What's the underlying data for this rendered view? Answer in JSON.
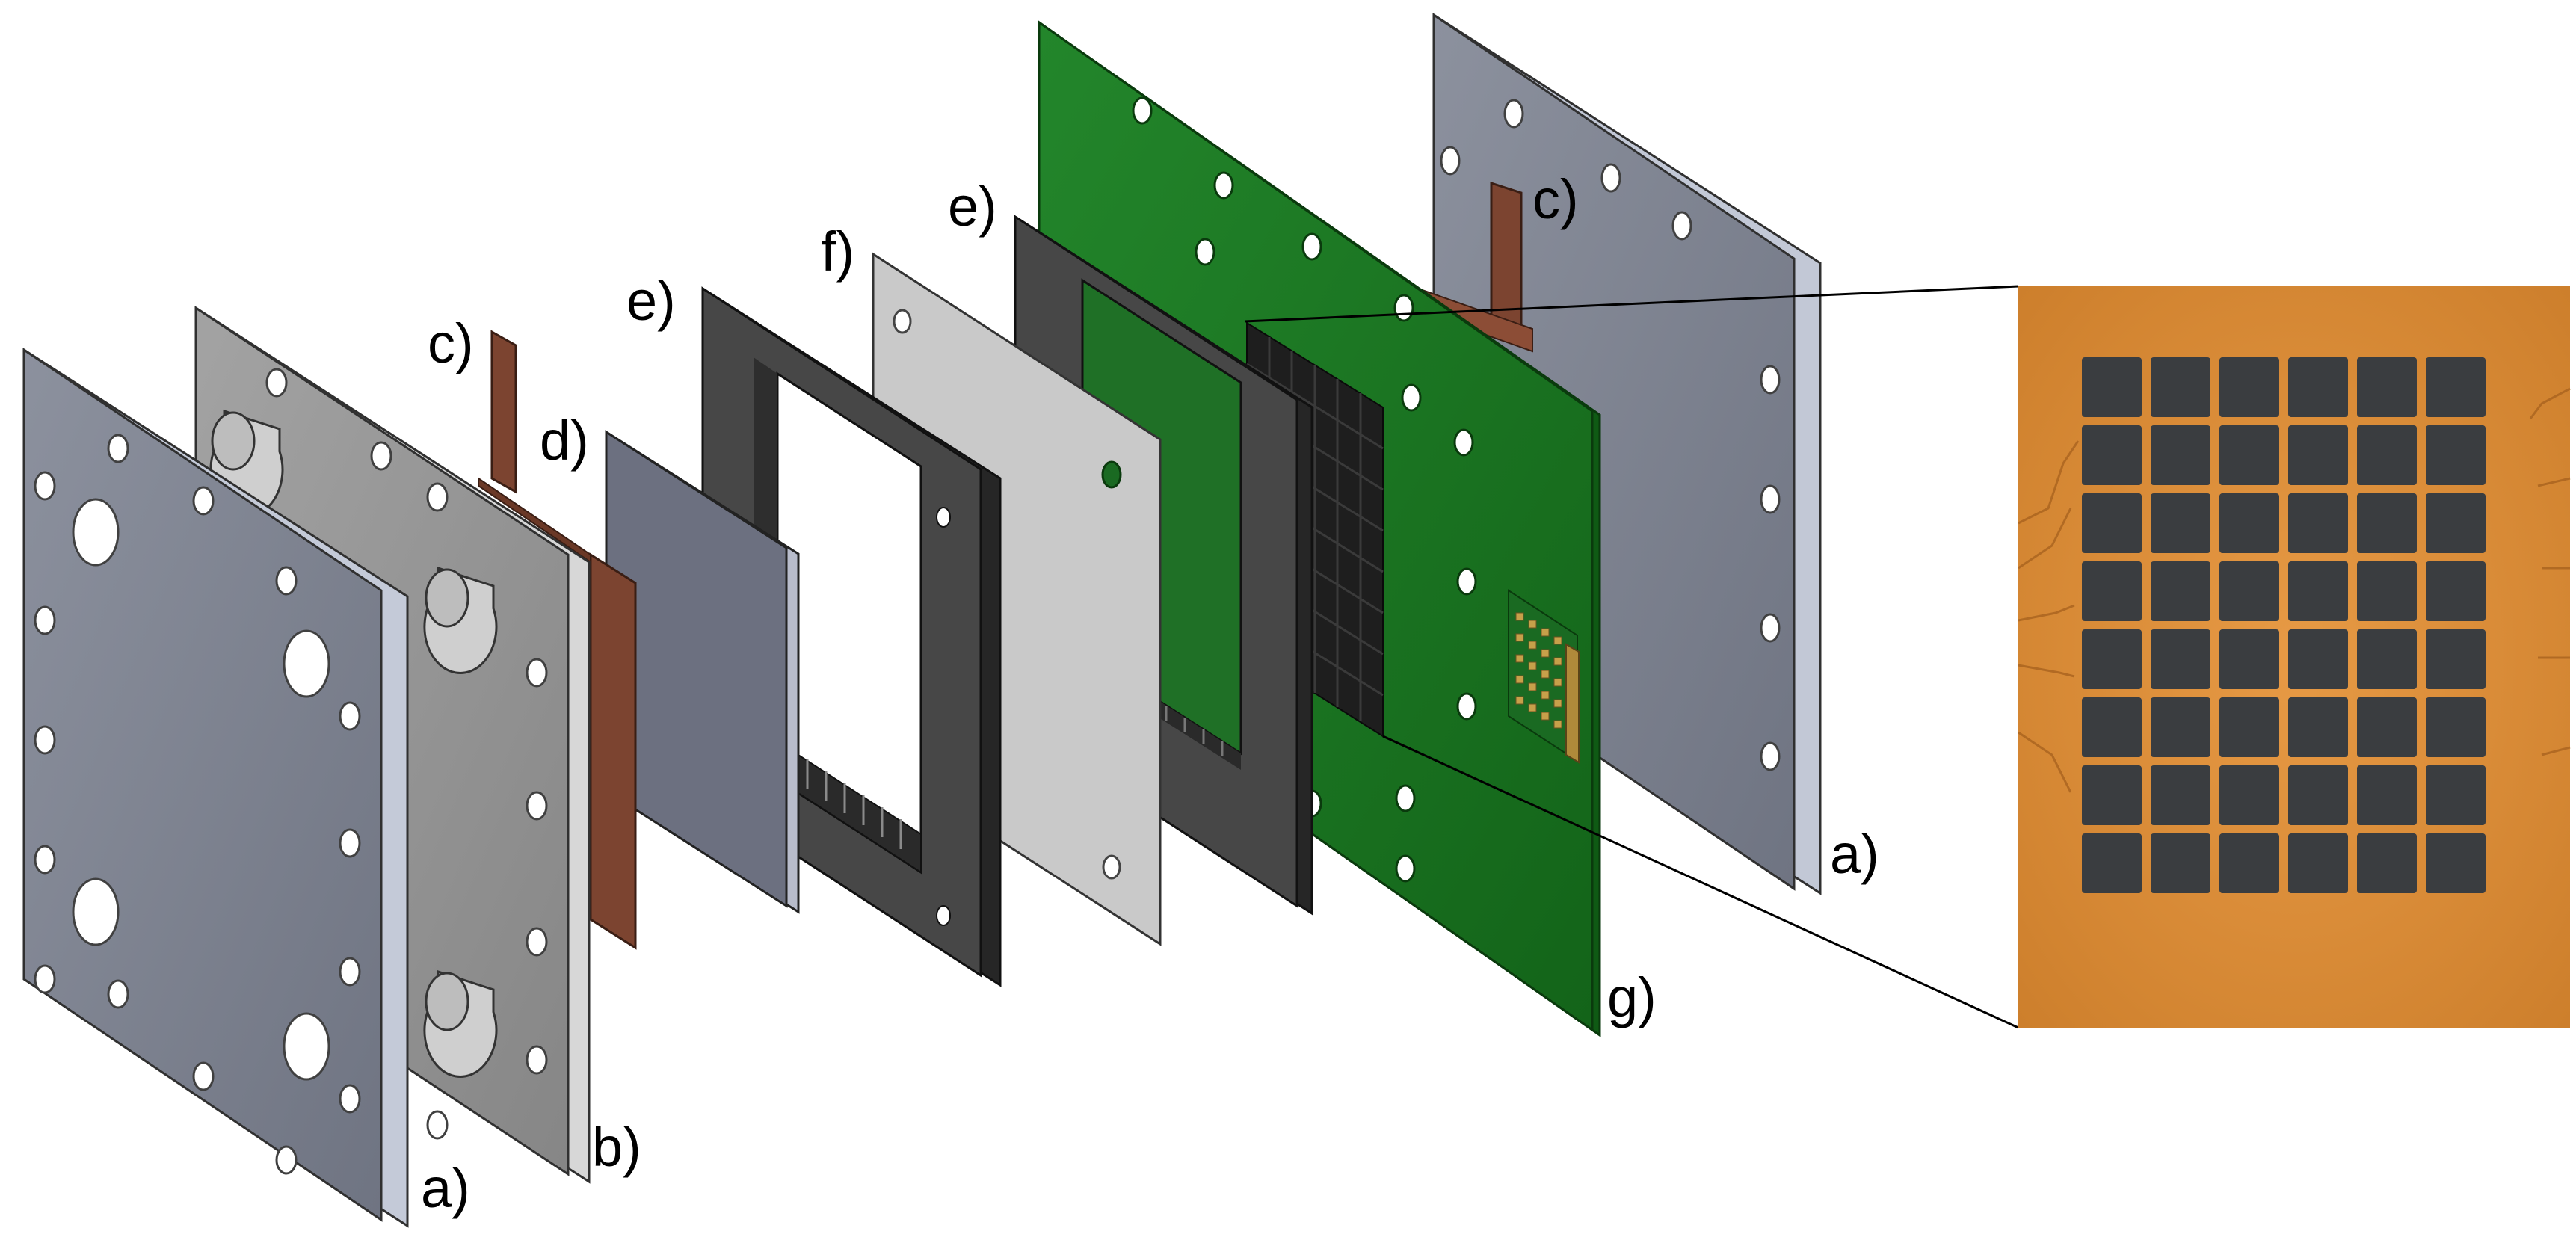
{
  "labels": {
    "a_front": "a)",
    "b": "b)",
    "c_left": "c)",
    "d": "d)",
    "e_left": "e)",
    "f": "f)",
    "e_right": "e)",
    "g": "g)",
    "c_right": "c)",
    "a_back": "a)"
  },
  "colors": {
    "endplate": "#7d8290",
    "endplate_edge": "#c4cad8",
    "current_collector": "#999999",
    "tab": "#7c4430",
    "gdl": "#6c7080",
    "gasket": "#3f3f3f",
    "membrane": "#c9c9c9",
    "pcb": "#1d7a24",
    "photo_background": "#d88a35",
    "photo_pad": "#3a3d40"
  },
  "inset_photo": {
    "pad_rows": 8,
    "pad_columns": 6
  }
}
